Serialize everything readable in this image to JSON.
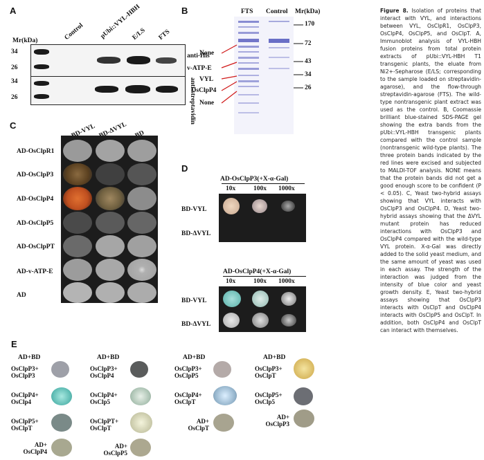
{
  "panelA": {
    "label": "A",
    "mr": "Mr(kDa)",
    "markers": [
      "34",
      "26",
      "34",
      "26"
    ],
    "lanes": [
      "Control",
      "pUbi::VYL-HBH",
      "E/LS",
      "FTS"
    ],
    "antibodies": [
      "anti-His",
      "anti-streptavidin"
    ]
  },
  "panelB": {
    "label": "B",
    "lanes": [
      "FTS",
      "Control"
    ],
    "mr": "Mr(kDa)",
    "markers": [
      "170",
      "72",
      "43",
      "34",
      "26"
    ],
    "bands": [
      "None",
      "v-ATP-E",
      "VYL",
      "OsClpP4",
      "None"
    ]
  },
  "panelC": {
    "label": "C",
    "cols": [
      "BD-VYL",
      "BD-ΔVYL",
      "BD"
    ],
    "rows": [
      "AD-OsClpR1",
      "AD-OsClpP3",
      "AD-OsClpP4",
      "AD-OsClpP5",
      "AD-OsClpPT",
      "AD-v-ATP-E",
      "AD"
    ]
  },
  "panelD": {
    "label": "D",
    "top": {
      "title": "AD-OsClpP3(+X-α-Gal)",
      "dilutions": [
        "10x",
        "100x",
        "1000x"
      ],
      "rows": [
        "BD-VYL",
        "BD-ΔVYL"
      ]
    },
    "bottom": {
      "title": "AD-OsClpP4(+X-α-Gal)",
      "dilutions": [
        "10x",
        "100x",
        "1000x"
      ],
      "rows": [
        "BD-VYL",
        "BD-ΔVYL"
      ]
    }
  },
  "panelE": {
    "label": "E",
    "header": "AD+BD",
    "cells": [
      {
        "l1": "OsClpP3+",
        "l2": "OsClpP3"
      },
      {
        "l1": "OsClpP3+",
        "l2": "OsClpP4"
      },
      {
        "l1": "OsClpP3+",
        "l2": "OsClpP5"
      },
      {
        "l1": "OsClpP3+",
        "l2": "OsClpT"
      },
      {
        "l1": "OsClpP4+",
        "l2": "OsClp4"
      },
      {
        "l1": "OsClpP4+",
        "l2": "OsClp5"
      },
      {
        "l1": "OsClpP4+",
        "l2": "OsClpT"
      },
      {
        "l1": "OsClpP5+",
        "l2": "OsClp5"
      },
      {
        "l1": "OsClpP5+",
        "l2": "OsClpT"
      },
      {
        "l1": "OsClpPT+",
        "l2": "OsClpT"
      },
      {
        "l1": "AD+",
        "l2": "OsClpT"
      },
      {
        "l1": "AD+",
        "l2": "OsClpP3"
      },
      {
        "l1": "AD+",
        "l2": "OsClpP4"
      },
      {
        "l1": "AD+",
        "l2": "OsClpP5"
      }
    ]
  },
  "caption": {
    "title": "Figure 8.",
    "text": " Isolation of proteins that interact with VYL, and interactions between VYL, OsClpR1, OsClpP3, OsClpP4, OsClpP5, and OsClpT. A, Immunoblot analysis of VYL-HBH fusion proteins from total protein extracts of pUbi::VYL-HBH T1 transgenic plants, the eluate from Ni2+-Sepharose (E/LS; corresponding to the sample loaded on streptavidin-agarose), and the flow-through streptavidin-agarose (FTS). The wild-type nontransgenic plant extract was used as the control. B, Coomassie brilliant blue-stained SDS-PAGE gel showing the extra bands from the pUbi::VYL-HBH transgenic plants compared with the control sample (nontransgenic wild-type plants). The three protein bands indicated by the red lines were excised and subjected to MALDI-TOF analysis. NONE means that the protein bands did not get a good enough score to be confident (P < 0.05). C, Yeast two-hybrid assays showing that VYL interacts with OsClpP3 and OsClpP4. D, Yeast two-hybrid assays showing that the ΔVYL mutant protein has reduced interactions with OsClpP3 and OsClpP4 compared with the wild-type VYL protein. X-α-Gal was directly added to the solid yeast medium, and the same amount of yeast was used in each assay. The strength of the interaction was judged from the intensity of blue color and yeast growth density. E, Yeast two-hybrid assays showing that OsClpP3 interacts with OsClpT and OsClpP4 interacts with OsClpP5 and OsClpT. In addition, both OsClpP4 and OsClpT can interact with themselves."
  }
}
